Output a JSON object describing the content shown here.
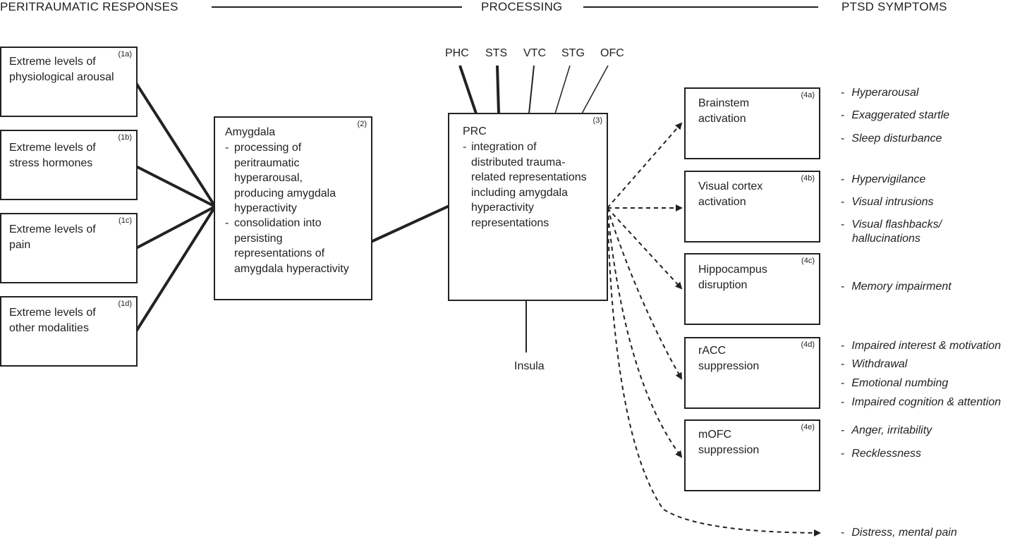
{
  "headers": {
    "left": "PERITRAUMATIC RESPONSES",
    "center": "PROCESSING",
    "right": "PTSD SYMPTOMS"
  },
  "inputs": [
    {
      "tag": "(1a)",
      "text": "Extreme levels of\nphysiological arousal"
    },
    {
      "tag": "(1b)",
      "text": "Extreme levels of\nstress hormones"
    },
    {
      "tag": "(1c)",
      "text": "Extreme levels of\npain"
    },
    {
      "tag": "(1d)",
      "text": "Extreme levels of\nother modalities"
    }
  ],
  "amygdala": {
    "tag": "(2)",
    "title": "Amygdala",
    "items": [
      "processing of\nperitraumatic\nhyperarousal,\nproducing  amygdala\nhyperactivity",
      "consolidation into\npersisting\nrepresentations of\namygdala hyperactivity"
    ]
  },
  "prc": {
    "tag": "(3)",
    "title": "PRC",
    "items": [
      "integration of\ndistributed trauma-\nrelated representations\nincluding amygdala\nhyperactivity\nrepresentations"
    ]
  },
  "top_regions": [
    "PHC",
    "STS",
    "VTC",
    "STG",
    "OFC"
  ],
  "insula": "Insula",
  "outputs": [
    {
      "tag": "(4a)",
      "text": "Brainstem\nactivation"
    },
    {
      "tag": "(4b)",
      "text": "Visual cortex\nactivation"
    },
    {
      "tag": "(4c)",
      "text": "Hippocampus\ndisruption"
    },
    {
      "tag": "(4d)",
      "text": "rACC\nsuppression"
    },
    {
      "tag": "(4e)",
      "text": "mOFC\nsuppression"
    }
  ],
  "symptom_dash": "-",
  "symptoms": [
    "Hyperarousal",
    "Exaggerated startle",
    "Sleep disturbance",
    "Hypervigilance",
    "Visual intrusions",
    "Visual flashbacks/",
    "hallucinations",
    "Memory impairment",
    "Impaired interest & motivation",
    "Withdrawal",
    "Emotional numbing",
    "Impaired cognition & attention",
    "Anger, irritability",
    "Recklessness",
    "Distress, mental pain"
  ]
}
